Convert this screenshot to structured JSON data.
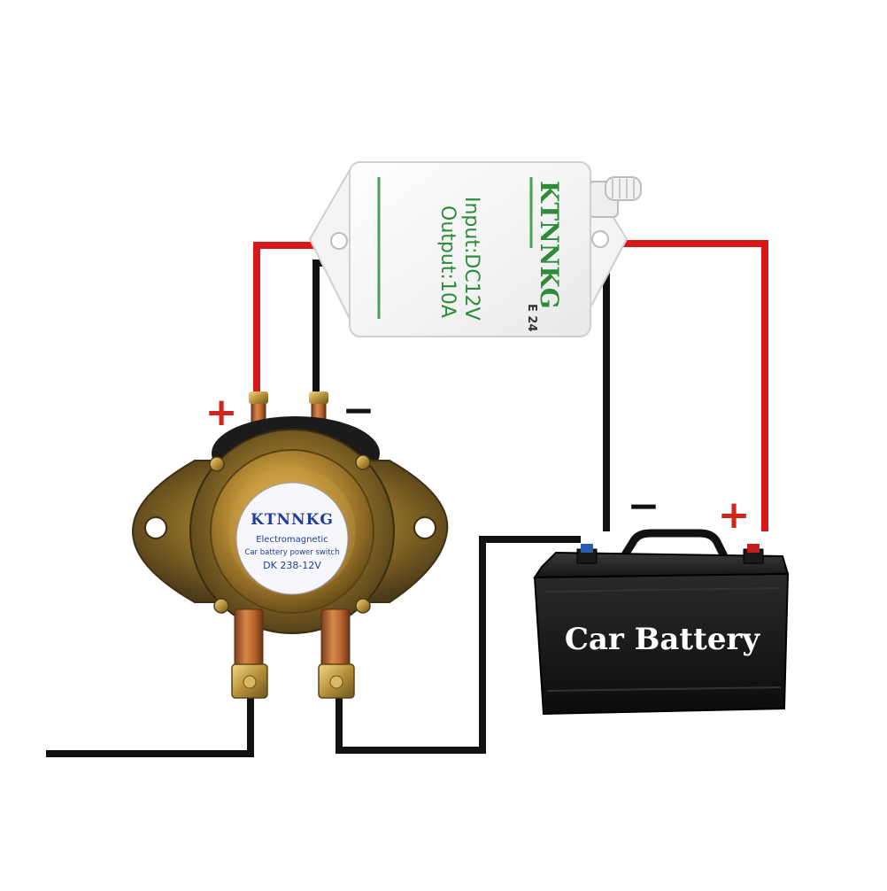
{
  "receiver": {
    "brand": "KTNNKG",
    "input_label": "Input:DC12V",
    "output_label": "Output:10A",
    "code": "E 24"
  },
  "switch": {
    "brand": "KTNNKG",
    "line1": "Electromagnetic",
    "line2": "Car battery power switch",
    "model": "DK 238-12V"
  },
  "battery": {
    "label": "Car Battery"
  },
  "terminal_marks": {
    "switch_plus": "+",
    "switch_minus": "−",
    "battery_plus": "+",
    "battery_minus": "−"
  },
  "colors": {
    "positive_wire": "#d81818",
    "negative_wire": "#111111",
    "plus_sign": "#d0241c",
    "receiver_text": "#2e8b3a",
    "battery_label": "#ffffff",
    "switch_label_text": "#1f3d99"
  }
}
